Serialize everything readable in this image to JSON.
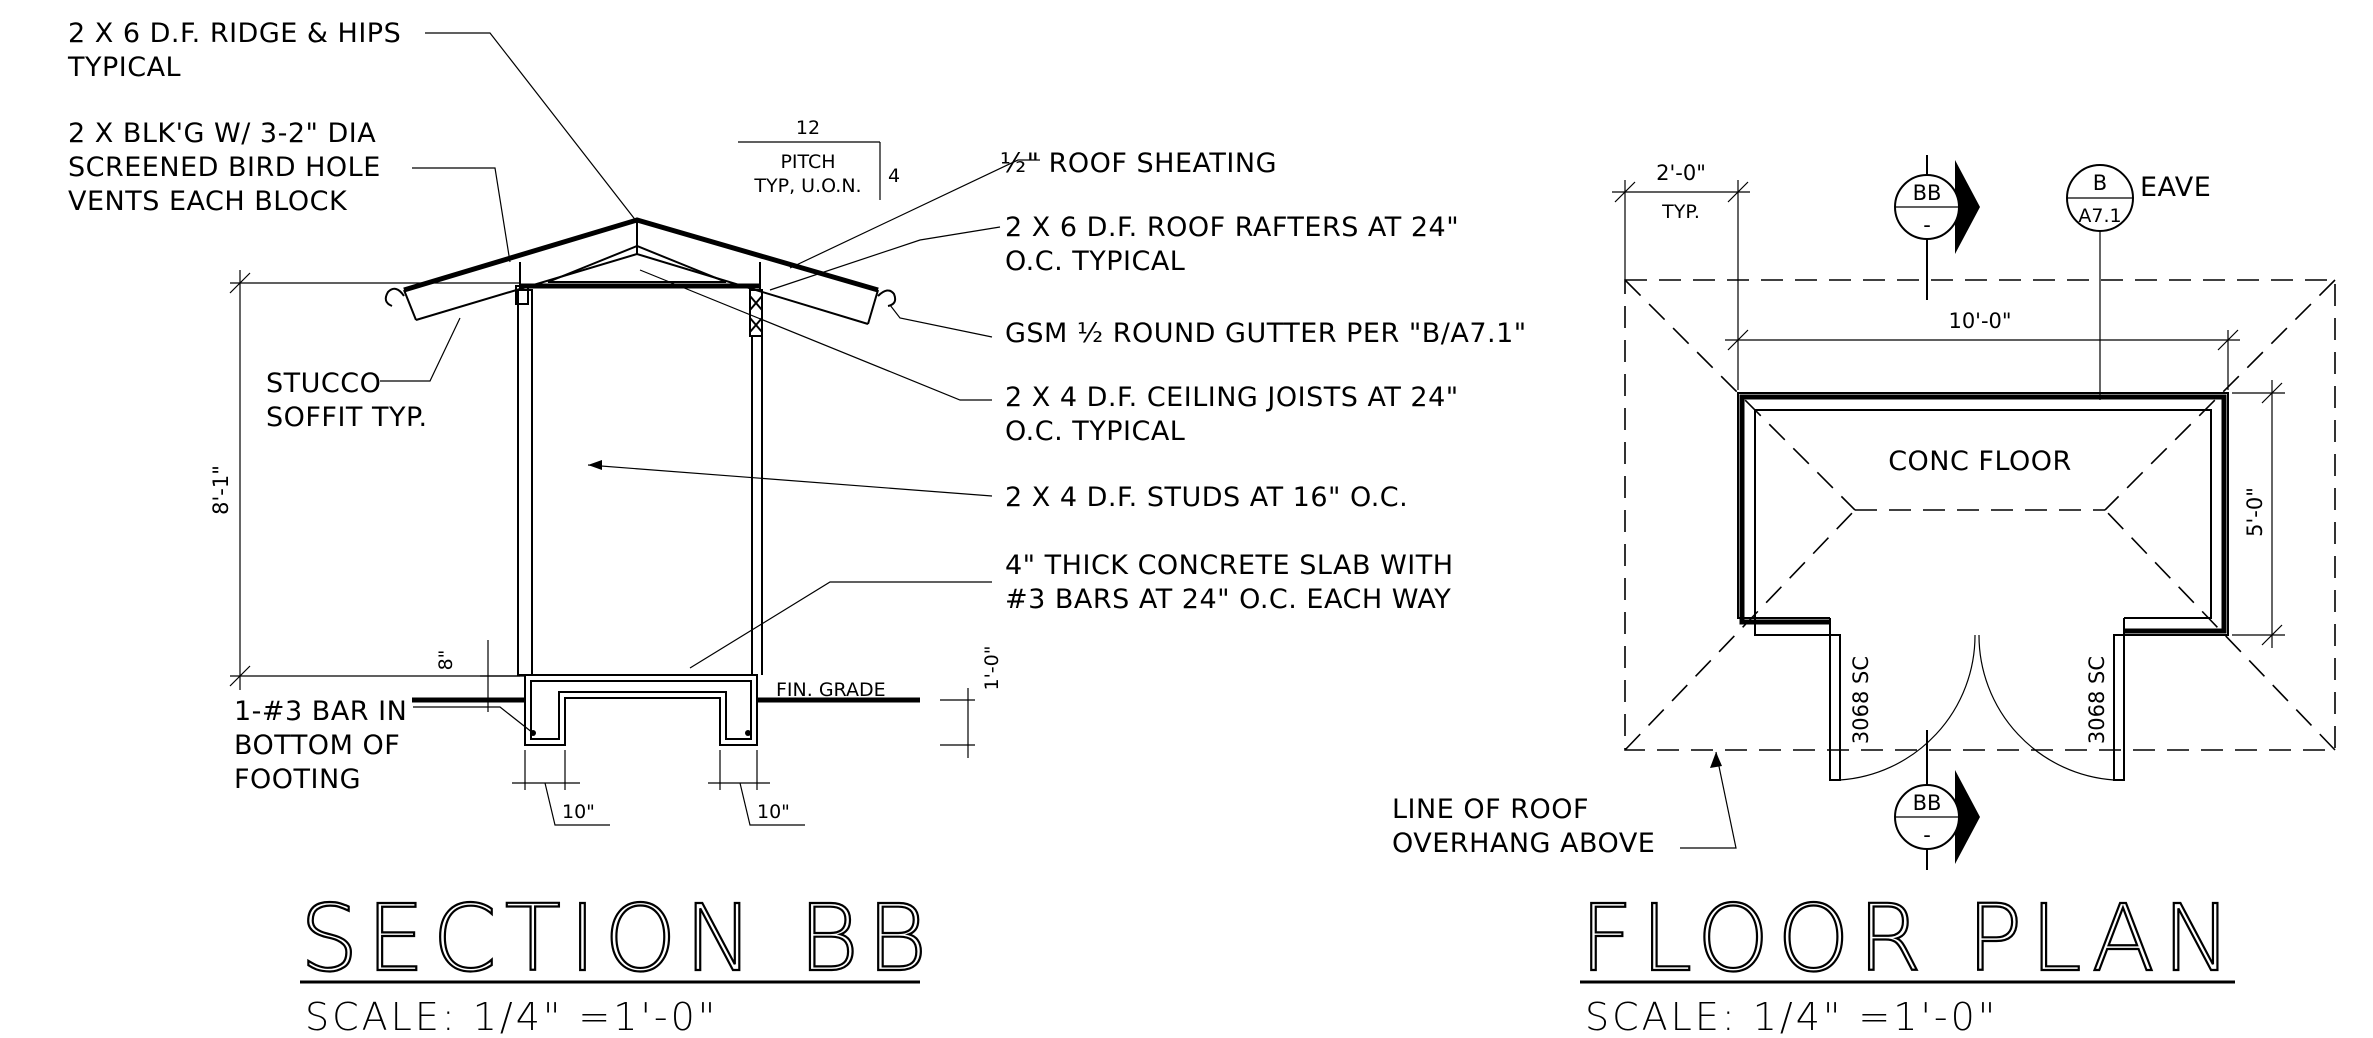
{
  "section": {
    "notes": {
      "ridge_1": "2 X 6 D.F. RIDGE & HIPS",
      "ridge_2": "TYPICAL",
      "blkg_1": "2 X BLK'G W/ 3-2\" DIA",
      "blkg_2": "SCREENED BIRD HOLE",
      "blkg_3": "VENTS EACH BLOCK",
      "sheathing": "½\" ROOF SHEATING",
      "rafters_1": "2 X 6 D.F. ROOF RAFTERS AT 24\"",
      "rafters_2": "O.C. TYPICAL",
      "gutter": "GSM ½ ROUND GUTTER PER \"B/A7.1\"",
      "joists_1": "2 X 4 D.F. CEILING JOISTS AT 24\"",
      "joists_2": "O.C. TYPICAL",
      "studs": "2 X 4 D.F. STUDS AT 16\" O.C.",
      "slab_1": "4\" THICK CONCRETE SLAB WITH",
      "slab_2": "#3 BARS AT 24\" O.C. EACH WAY",
      "stucco_1": "STUCCO",
      "stucco_2": "SOFFIT TYP.",
      "fin_grade": "FIN. GRADE",
      "bar_1": "1-#3 BAR IN",
      "bar_2": "BOTTOM OF",
      "bar_3": "FOOTING"
    },
    "pitch": {
      "run": "12",
      "label_1": "PITCH",
      "label_2": "TYP, U.O.N.",
      "rise": "4"
    },
    "dims": {
      "height": "8'-1\"",
      "curb": "8\"",
      "footing_depth": "1'-0\"",
      "footing_w1": "10\"",
      "footing_w2": "10\""
    },
    "title": "SECTION BB",
    "scale": "SCALE: 1/4\" =1'-0\""
  },
  "plan": {
    "overhang": "2'-0\"",
    "overhang_typ": "TYP.",
    "width": "10'-0\"",
    "depth": "5'-0\"",
    "room": "CONC FLOOR",
    "door_left": "3068 SC",
    "door_right": "3068 SC",
    "marker_top": {
      "top": "BB",
      "bottom": "-"
    },
    "marker_bottom": {
      "top": "BB",
      "bottom": "-"
    },
    "detail": {
      "top": "B",
      "bottom": "A7.1",
      "label": "EAVE"
    },
    "roof_note_1": "LINE OF ROOF",
    "roof_note_2": "OVERHANG ABOVE",
    "title": "FLOOR PLAN",
    "scale": "SCALE: 1/4\" =1'-0\""
  }
}
